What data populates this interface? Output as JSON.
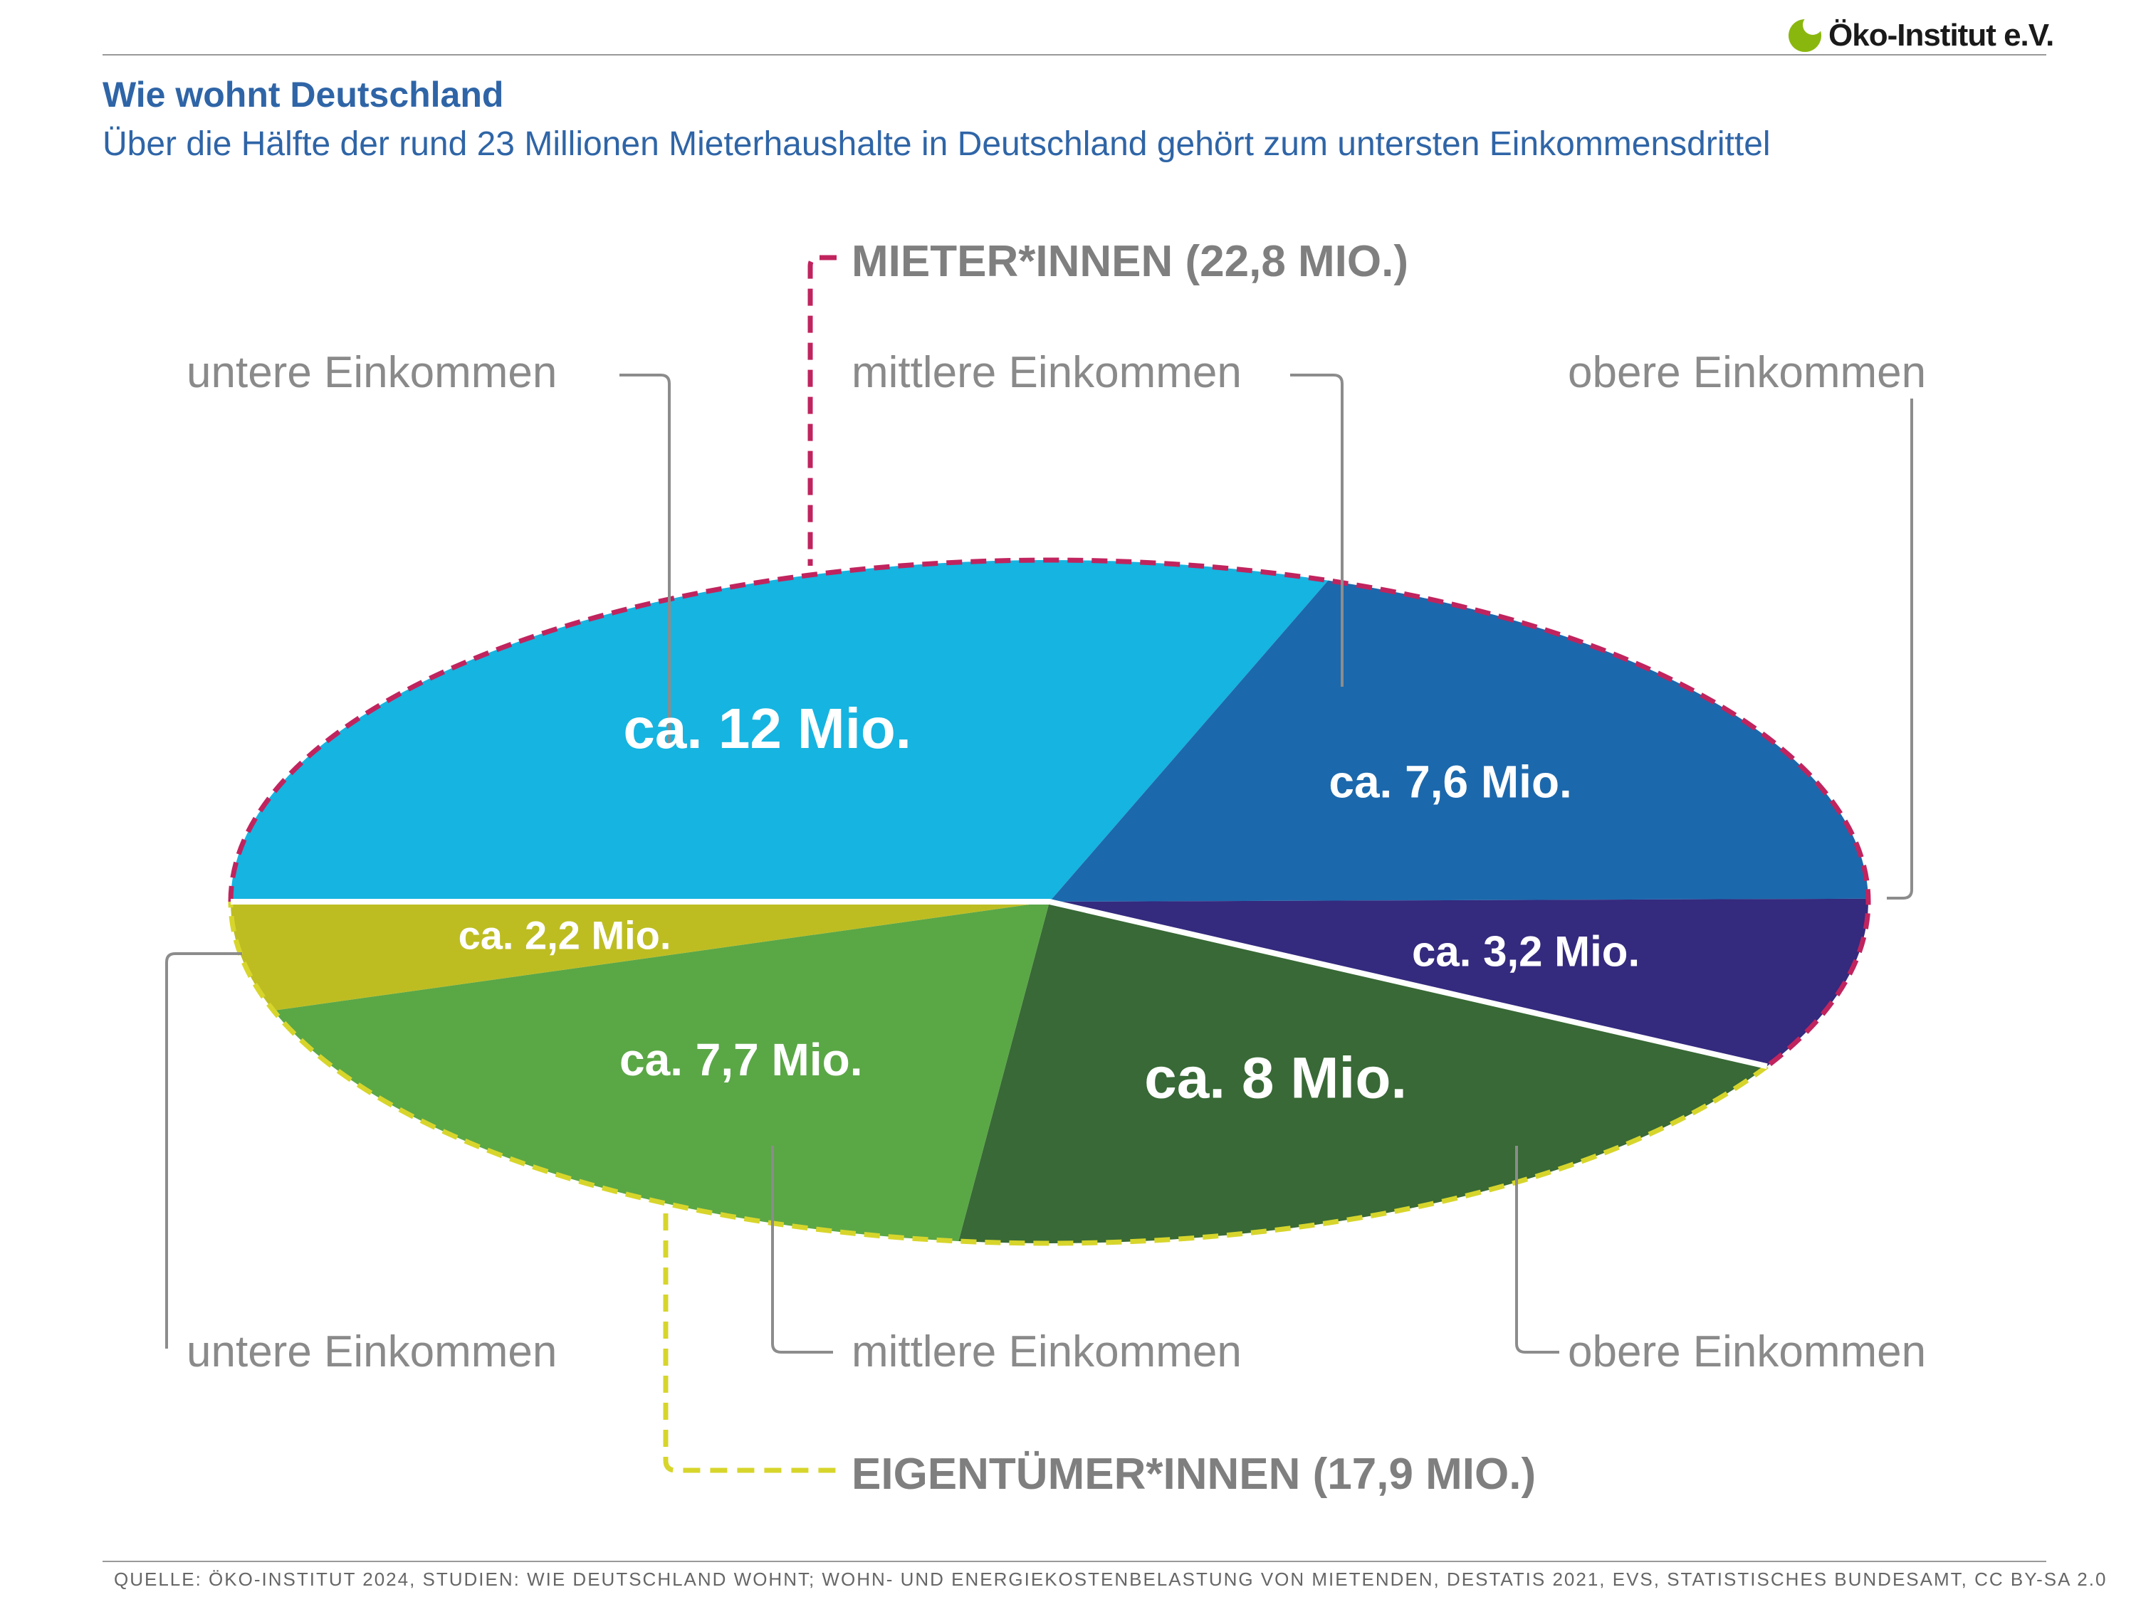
{
  "header": {
    "title": "Wie wohnt Deutschland",
    "subtitle": "Über die Hälfte der rund 23 Millionen Mieterhaushalte in Deutschland gehört zum untersten Einkommensdrittel",
    "logo": "Öko-Institut e.V."
  },
  "groups": {
    "renters": "MIETER*INNEN (22,8 MIO.)",
    "owners": "EIGENTÜMER*INNEN (17,9 MIO.)"
  },
  "labels": {
    "renters_low": "untere Einkommen",
    "renters_mid": "mittlere Einkommen",
    "renters_high": "obere Einkommen",
    "owners_low": "untere Einkommen",
    "owners_mid": "mittlere Einkommen",
    "owners_high": "obere Einkommen"
  },
  "source": "QUELLE: ÖKO-INSTITUT 2024, STUDIEN: WIE DEUTSCHLAND WOHNT; WOHN- UND ENERGIEKOSTENBELASTUNG VON MIETENDEN, DESTATIS 2021, EVS, STATISTISCHES BUNDESAMT, CC BY-SA 2.0",
  "chart_data": {
    "type": "pie",
    "title": "Wie wohnt Deutschland",
    "series": [
      {
        "name": "MIETER*INNEN (22,8 MIO.)",
        "categories": [
          "untere Einkommen",
          "mittlere Einkommen",
          "obere Einkommen"
        ],
        "values": [
          12,
          7.6,
          3.2
        ],
        "value_labels": [
          "ca. 12 Mio.",
          "ca. 7,6 Mio.",
          "ca. 3,2 Mio."
        ],
        "colors": [
          "#16b4e0",
          "#1c68ac",
          "#342a7e"
        ]
      },
      {
        "name": "EIGENTÜMER*INNEN (17,9 MIO.)",
        "categories": [
          "untere Einkommen",
          "mittlere Einkommen",
          "obere Einkommen"
        ],
        "values": [
          2.2,
          7.7,
          8
        ],
        "value_labels": [
          "ca. 2,2 Mio.",
          "ca. 7,7 Mio.",
          "ca. 8 Mio."
        ],
        "colors": [
          "#bdbd22",
          "#5aa746",
          "#386936"
        ]
      }
    ],
    "units": "Mio. Haushalte"
  }
}
